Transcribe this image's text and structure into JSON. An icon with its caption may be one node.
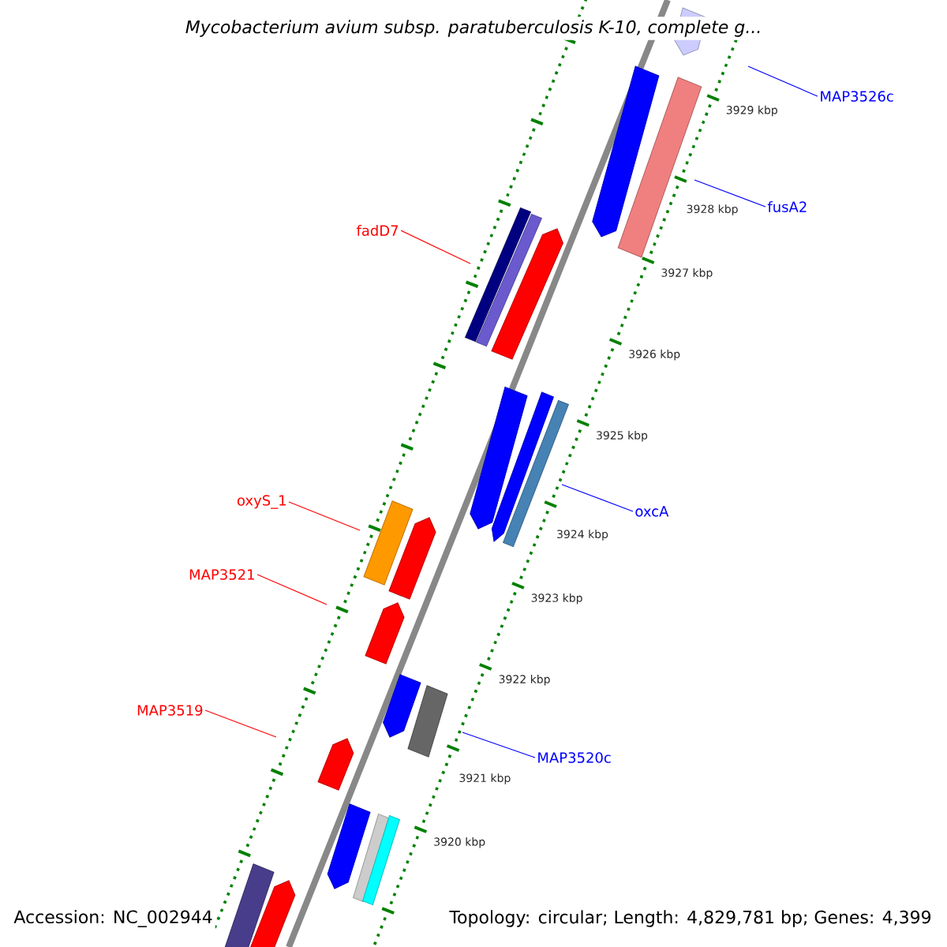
{
  "diagram": {
    "title": "Mycobacterium avium subsp. paratuberculosis K-10, complete g...",
    "nodes": [
      {
        "text": [
          "MAP3526c"
        ]
      },
      {
        "text": [
          "fusA2"
        ]
      },
      {
        "text": [
          "fadD7"
        ]
      },
      {
        "text": [
          "oxyS_1"
        ]
      },
      {
        "text": [
          "oxcA"
        ]
      },
      {
        "text": [
          "MAP3521"
        ]
      },
      {
        "text": [
          "MAP3519"
        ]
      },
      {
        "text": [
          "MAP3520c"
        ]
      }
    ],
    "edges": [
      {
        "from": 0,
        "to": null,
        "arrow": "none",
        "color": "#0000ff"
      },
      {
        "from": 1,
        "to": null,
        "arrow": "none",
        "color": "#0000ff"
      },
      {
        "from": 2,
        "to": null,
        "arrow": "none",
        "color": "#ff0000"
      },
      {
        "from": 3,
        "to": null,
        "arrow": "none",
        "color": "#ff0000"
      },
      {
        "from": 4,
        "to": null,
        "arrow": "none",
        "color": "#0000ff"
      },
      {
        "from": 5,
        "to": null,
        "arrow": "none",
        "color": "#ff0000"
      },
      {
        "from": 6,
        "to": null,
        "arrow": "none",
        "color": "#ff0000"
      },
      {
        "from": 7,
        "to": null,
        "arrow": "none",
        "color": "#0000ff"
      }
    ],
    "labels": [
      "3929 kbp",
      "3928 kbp",
      "3927 kbp",
      "3926 kbp",
      "3925 kbp",
      "3924 kbp",
      "3923 kbp",
      "3922 kbp",
      "3921 kbp",
      "3920 kbp",
      "Accession: NC_002944",
      "Topology: circular; Length: 4,829,781 bp; Genes: 4,399"
    ]
  }
}
